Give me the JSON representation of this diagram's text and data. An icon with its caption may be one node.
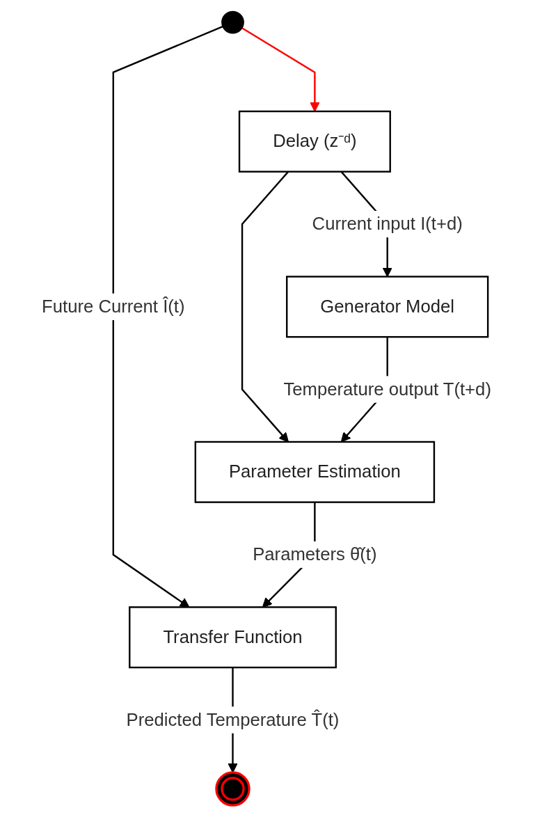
{
  "diagram": {
    "nodes": [
      {
        "text": [],
        "shape": "circle"
      },
      {
        "text": [
          "Delay (z⁻ᵈ)"
        ]
      },
      {
        "text": [
          "Generator Model"
        ]
      },
      {
        "text": [
          "Parameter Estimation"
        ]
      },
      {
        "text": [
          "Transfer Function"
        ]
      },
      {
        "text": [],
        "shape": "circle"
      }
    ],
    "edges": [
      {
        "from": 0,
        "to": 1,
        "arrow": "to",
        "color": "#ff0000"
      },
      {
        "from": 0,
        "to": 4,
        "arrow": "to",
        "label": "Future Current Î(t)"
      },
      {
        "from": 1,
        "to": 2,
        "arrow": "to",
        "label": "Current input I(t+d)"
      },
      {
        "from": 1,
        "to": 3,
        "arrow": "to"
      },
      {
        "from": 2,
        "to": 3,
        "arrow": "to",
        "label": "Temperature output T(t+d)"
      },
      {
        "from": 3,
        "to": 4,
        "arrow": "to",
        "label": "Parameters θ̂(t)"
      },
      {
        "from": 4,
        "to": 5,
        "arrow": "to",
        "label": "Predicted Temperature T̂(t)"
      }
    ]
  }
}
